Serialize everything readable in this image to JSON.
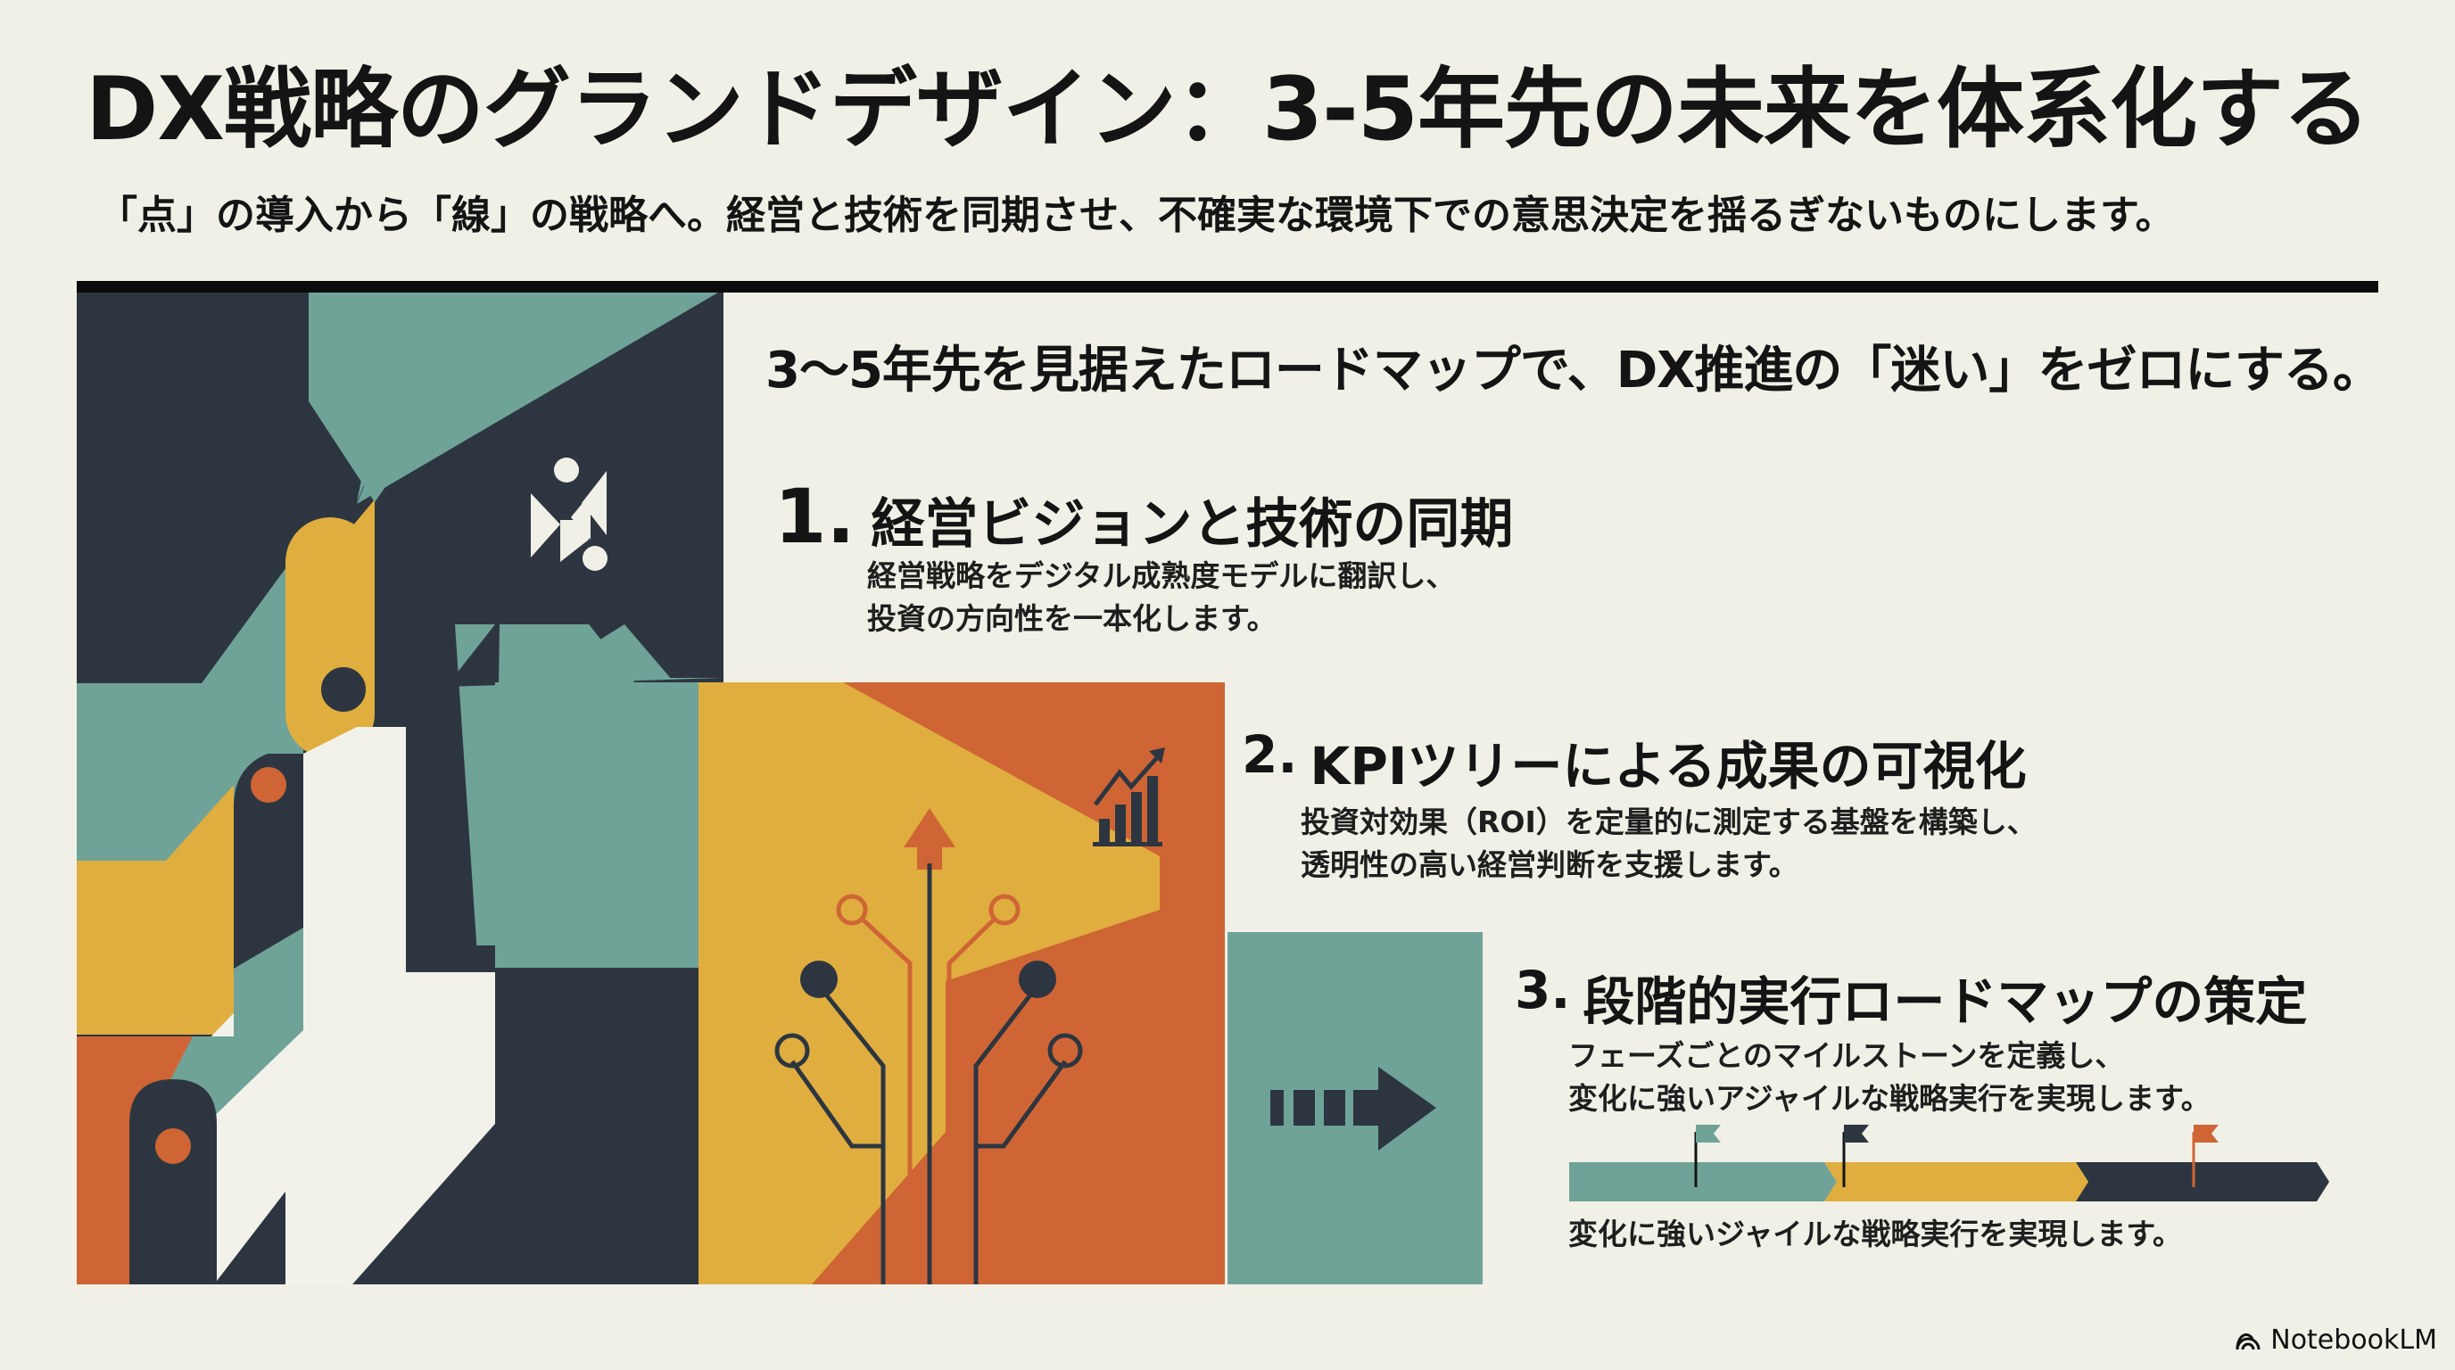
{
  "header": {
    "title": "DX戦略のグランドデザイン：3-5年先の未来を体系化する",
    "subtitle": "「点」の導入から「線」の戦略へ。経営と技術を同期させ、不確実な環境下での意思決定を揺るぎないものにします。"
  },
  "lead": "3〜5年先を見据えたロードマップで、DX推進の「迷い」をゼロにする。",
  "steps": [
    {
      "number": "1.",
      "title": "経営ビジョンと技術の同期",
      "body_line1": "経営戦略をデジタル成熟度モデルに翻訳し、",
      "body_line2": "投資の方向性を一本化します。",
      "icon": "abstract-shapes-icon"
    },
    {
      "number": "2.",
      "title": "KPIツリーによる成果の可視化",
      "body_line1": "投資対効果（ROI）を定量的に測定する基盤を構築し、",
      "body_line2": "透明性の高い経営判断を支援します。",
      "icon": "growth-chart-icon"
    },
    {
      "number": "3.",
      "title": "段階的実行ロードマップの策定",
      "body_line1": "フェーズごとのマイルストーンを定義し、",
      "body_line2": "変化に強いアジャイルな戦略実行を実現します。",
      "icon": "progress-arrow-icon"
    }
  ],
  "roadmap": {
    "phases": [
      {
        "color": "#6fa398",
        "flag_color": "#6fa398"
      },
      {
        "color": "#e0ae3f",
        "flag_color": "#2d3640"
      },
      {
        "color": "#2d3640",
        "flag_color": "#cf6535"
      }
    ],
    "caption": "変化に強いジャイルな戦略実行を実現します。"
  },
  "colors": {
    "background": "#f1f0e7",
    "navy": "#2d3640",
    "teal": "#6fa398",
    "yellow": "#e0ae3f",
    "orange": "#cf6535",
    "cream": "#f3f2ea"
  },
  "branding": {
    "logo_text": "NotebookLM"
  }
}
